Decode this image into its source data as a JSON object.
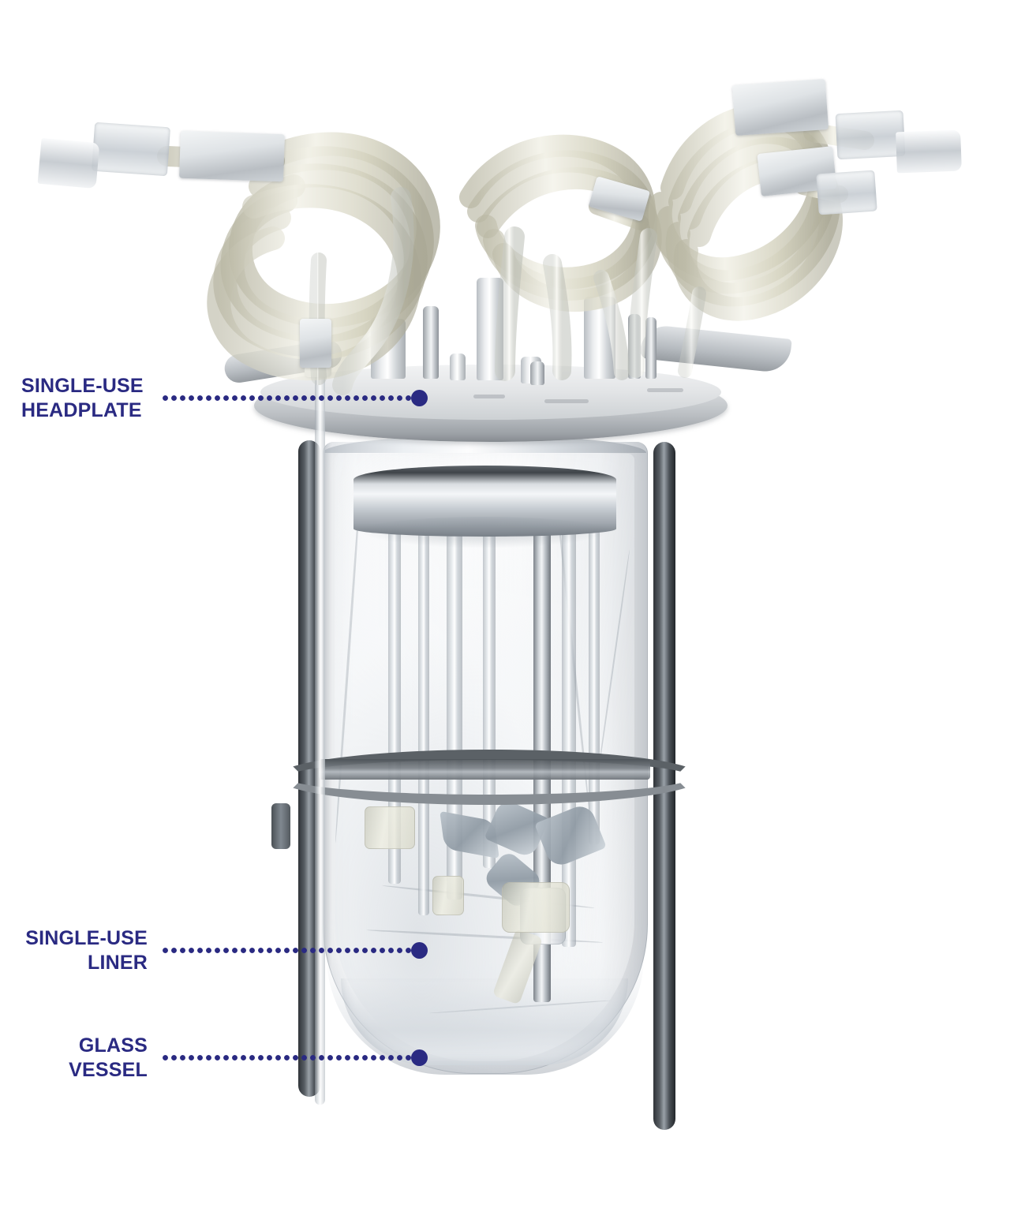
{
  "illustration": {
    "subject": "single-use bioreactor vessel assembly",
    "background_color": "#ffffff",
    "accent_color": "#2a2a82"
  },
  "callouts": [
    {
      "id": "single-use-headplate",
      "label": "SINGLE-USE\nHEADPLATE",
      "align": "left",
      "leader": "dotted",
      "dot_color": "#2a2a82"
    },
    {
      "id": "single-use-liner",
      "label": "SINGLE-USE\nLINER",
      "align": "right",
      "leader": "dotted",
      "dot_color": "#2a2a82"
    },
    {
      "id": "glass-vessel",
      "label": "GLASS\nVESSEL",
      "align": "right",
      "leader": "dotted",
      "dot_color": "#2a2a82"
    }
  ],
  "components": {
    "headplate": "single-use headplate disc with ports",
    "liner": "single-use liner bag",
    "glass_vessel": "borosilicate glass vessel",
    "tubing": "coiled translucent silicone tubing",
    "clamps": "tubing pinch clamps",
    "connectors": "luer lock connectors",
    "impeller": "pitched-blade impeller",
    "sparger": "sparger assembly",
    "support_ring": "stainless support ring",
    "legs": "stainless support legs"
  }
}
